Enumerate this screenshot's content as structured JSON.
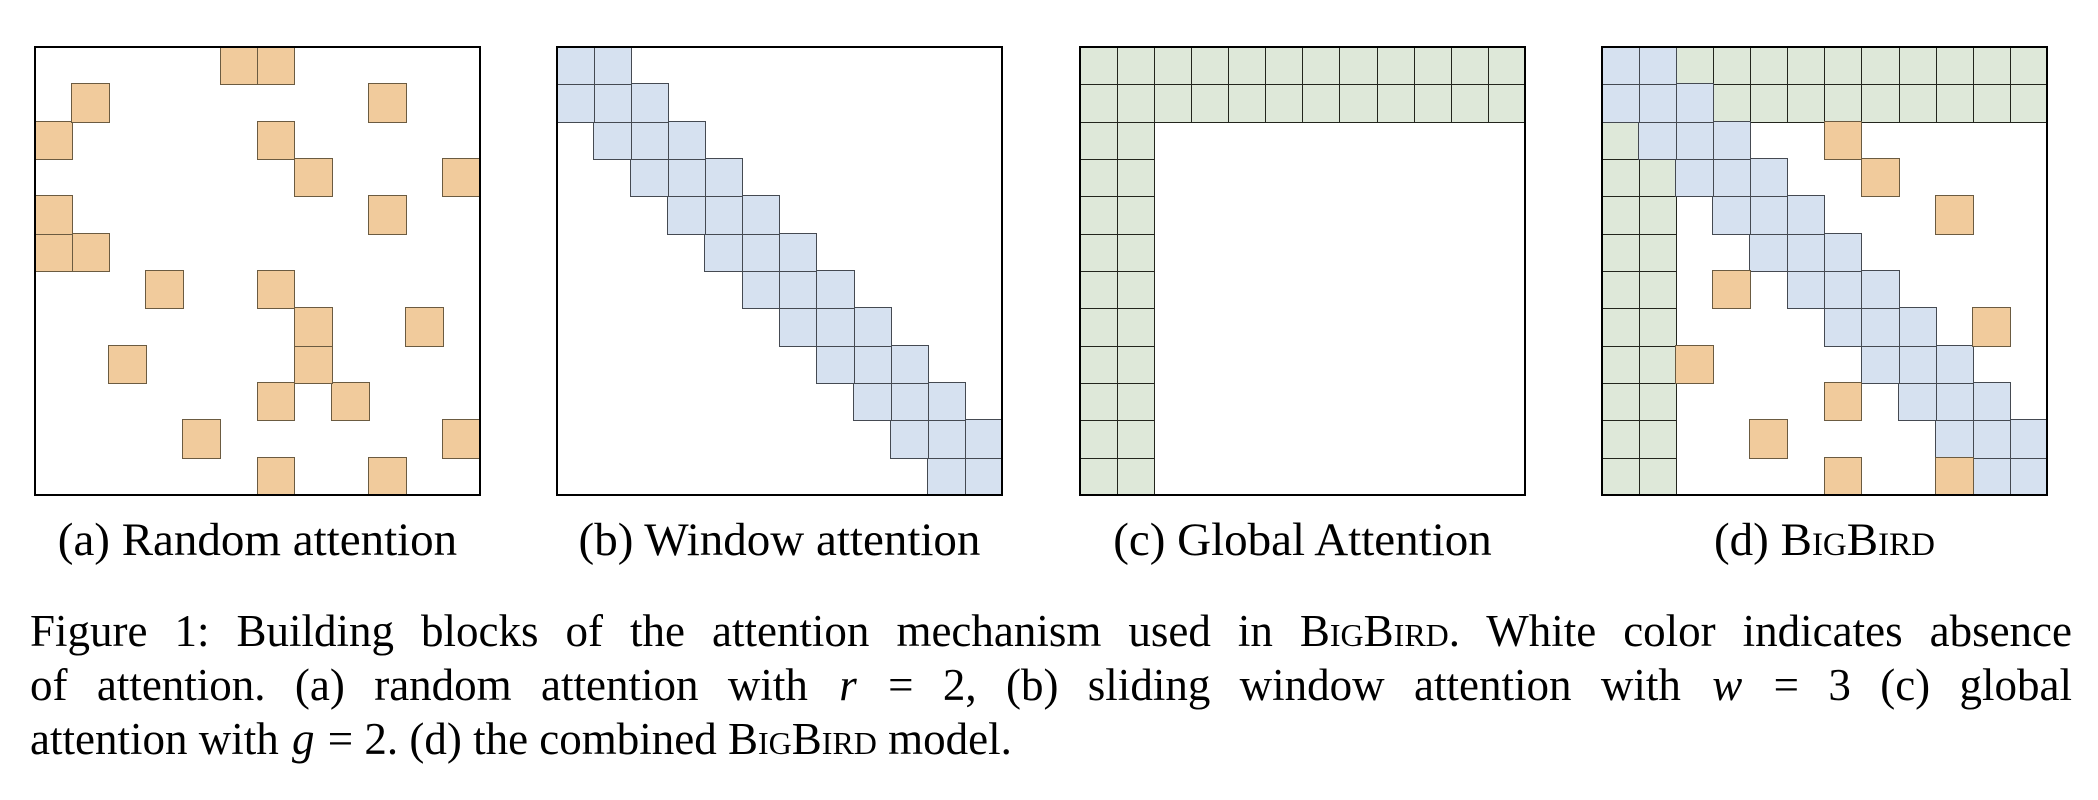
{
  "colors": {
    "random_fill": "#F1CB9C",
    "random_stroke": "#6B5B41",
    "window_fill": "#D6E1F0",
    "window_stroke": "#454A52",
    "global_fill": "#DEE8D9",
    "global_stroke": "#23251D",
    "frame_stroke": "#000000",
    "background": "#FFFFFF"
  },
  "panels": [
    {
      "id": "a",
      "label_segments": [
        {
          "t": "(a) Random attention"
        }
      ],
      "grid": {
        "rows": 12,
        "cols": 12
      },
      "cells": [
        [
          0,
          5,
          "R"
        ],
        [
          0,
          6,
          "R"
        ],
        [
          1,
          1,
          "R"
        ],
        [
          1,
          9,
          "R"
        ],
        [
          2,
          0,
          "R"
        ],
        [
          2,
          6,
          "R"
        ],
        [
          3,
          7,
          "R"
        ],
        [
          3,
          11,
          "R"
        ],
        [
          4,
          0,
          "R"
        ],
        [
          4,
          9,
          "R"
        ],
        [
          5,
          0,
          "R"
        ],
        [
          5,
          1,
          "R"
        ],
        [
          6,
          3,
          "R"
        ],
        [
          6,
          6,
          "R"
        ],
        [
          7,
          7,
          "R"
        ],
        [
          7,
          10,
          "R"
        ],
        [
          8,
          2,
          "R"
        ],
        [
          8,
          7,
          "R"
        ],
        [
          9,
          6,
          "R"
        ],
        [
          9,
          8,
          "R"
        ],
        [
          10,
          4,
          "R"
        ],
        [
          10,
          11,
          "R"
        ],
        [
          11,
          6,
          "R"
        ],
        [
          11,
          9,
          "R"
        ]
      ]
    },
    {
      "id": "b",
      "label_segments": [
        {
          "t": "(b) Window attention"
        }
      ],
      "grid": {
        "rows": 12,
        "cols": 12
      },
      "cells": [
        [
          0,
          0,
          "W"
        ],
        [
          0,
          1,
          "W"
        ],
        [
          1,
          0,
          "W"
        ],
        [
          1,
          1,
          "W"
        ],
        [
          1,
          2,
          "W"
        ],
        [
          2,
          1,
          "W"
        ],
        [
          2,
          2,
          "W"
        ],
        [
          2,
          3,
          "W"
        ],
        [
          3,
          2,
          "W"
        ],
        [
          3,
          3,
          "W"
        ],
        [
          3,
          4,
          "W"
        ],
        [
          4,
          3,
          "W"
        ],
        [
          4,
          4,
          "W"
        ],
        [
          4,
          5,
          "W"
        ],
        [
          5,
          4,
          "W"
        ],
        [
          5,
          5,
          "W"
        ],
        [
          5,
          6,
          "W"
        ],
        [
          6,
          5,
          "W"
        ],
        [
          6,
          6,
          "W"
        ],
        [
          6,
          7,
          "W"
        ],
        [
          7,
          6,
          "W"
        ],
        [
          7,
          7,
          "W"
        ],
        [
          7,
          8,
          "W"
        ],
        [
          8,
          7,
          "W"
        ],
        [
          8,
          8,
          "W"
        ],
        [
          8,
          9,
          "W"
        ],
        [
          9,
          8,
          "W"
        ],
        [
          9,
          9,
          "W"
        ],
        [
          9,
          10,
          "W"
        ],
        [
          10,
          9,
          "W"
        ],
        [
          10,
          10,
          "W"
        ],
        [
          10,
          11,
          "W"
        ],
        [
          11,
          10,
          "W"
        ],
        [
          11,
          11,
          "W"
        ]
      ]
    },
    {
      "id": "c",
      "label_segments": [
        {
          "t": "(c) Global Attention"
        }
      ],
      "grid": {
        "rows": 12,
        "cols": 12
      },
      "cells": [
        [
          0,
          0,
          "G"
        ],
        [
          0,
          1,
          "G"
        ],
        [
          0,
          2,
          "G"
        ],
        [
          0,
          3,
          "G"
        ],
        [
          0,
          4,
          "G"
        ],
        [
          0,
          5,
          "G"
        ],
        [
          0,
          6,
          "G"
        ],
        [
          0,
          7,
          "G"
        ],
        [
          0,
          8,
          "G"
        ],
        [
          0,
          9,
          "G"
        ],
        [
          0,
          10,
          "G"
        ],
        [
          0,
          11,
          "G"
        ],
        [
          1,
          0,
          "G"
        ],
        [
          1,
          1,
          "G"
        ],
        [
          1,
          2,
          "G"
        ],
        [
          1,
          3,
          "G"
        ],
        [
          1,
          4,
          "G"
        ],
        [
          1,
          5,
          "G"
        ],
        [
          1,
          6,
          "G"
        ],
        [
          1,
          7,
          "G"
        ],
        [
          1,
          8,
          "G"
        ],
        [
          1,
          9,
          "G"
        ],
        [
          1,
          10,
          "G"
        ],
        [
          1,
          11,
          "G"
        ],
        [
          2,
          0,
          "G"
        ],
        [
          2,
          1,
          "G"
        ],
        [
          3,
          0,
          "G"
        ],
        [
          3,
          1,
          "G"
        ],
        [
          4,
          0,
          "G"
        ],
        [
          4,
          1,
          "G"
        ],
        [
          5,
          0,
          "G"
        ],
        [
          5,
          1,
          "G"
        ],
        [
          6,
          0,
          "G"
        ],
        [
          6,
          1,
          "G"
        ],
        [
          7,
          0,
          "G"
        ],
        [
          7,
          1,
          "G"
        ],
        [
          8,
          0,
          "G"
        ],
        [
          8,
          1,
          "G"
        ],
        [
          9,
          0,
          "G"
        ],
        [
          9,
          1,
          "G"
        ],
        [
          10,
          0,
          "G"
        ],
        [
          10,
          1,
          "G"
        ],
        [
          11,
          0,
          "G"
        ],
        [
          11,
          1,
          "G"
        ]
      ]
    },
    {
      "id": "d",
      "label_segments": [
        {
          "t": "(d) "
        },
        {
          "t": "BigBird",
          "sc": true
        }
      ],
      "grid": {
        "rows": 12,
        "cols": 12
      },
      "cells": [
        [
          0,
          2,
          "G"
        ],
        [
          0,
          3,
          "G"
        ],
        [
          0,
          4,
          "G"
        ],
        [
          0,
          5,
          "G"
        ],
        [
          0,
          6,
          "G"
        ],
        [
          0,
          7,
          "G"
        ],
        [
          0,
          8,
          "G"
        ],
        [
          0,
          9,
          "G"
        ],
        [
          0,
          10,
          "G"
        ],
        [
          0,
          11,
          "G"
        ],
        [
          1,
          3,
          "G"
        ],
        [
          1,
          4,
          "G"
        ],
        [
          1,
          5,
          "G"
        ],
        [
          1,
          6,
          "G"
        ],
        [
          1,
          7,
          "G"
        ],
        [
          1,
          8,
          "G"
        ],
        [
          1,
          9,
          "G"
        ],
        [
          1,
          10,
          "G"
        ],
        [
          1,
          11,
          "G"
        ],
        [
          2,
          0,
          "G"
        ],
        [
          3,
          0,
          "G"
        ],
        [
          3,
          1,
          "G"
        ],
        [
          4,
          0,
          "G"
        ],
        [
          4,
          1,
          "G"
        ],
        [
          5,
          0,
          "G"
        ],
        [
          5,
          1,
          "G"
        ],
        [
          6,
          0,
          "G"
        ],
        [
          6,
          1,
          "G"
        ],
        [
          7,
          0,
          "G"
        ],
        [
          7,
          1,
          "G"
        ],
        [
          8,
          0,
          "G"
        ],
        [
          8,
          1,
          "G"
        ],
        [
          9,
          0,
          "G"
        ],
        [
          9,
          1,
          "G"
        ],
        [
          10,
          0,
          "G"
        ],
        [
          10,
          1,
          "G"
        ],
        [
          11,
          0,
          "G"
        ],
        [
          11,
          1,
          "G"
        ],
        [
          0,
          0,
          "W"
        ],
        [
          0,
          1,
          "W"
        ],
        [
          1,
          0,
          "W"
        ],
        [
          1,
          1,
          "W"
        ],
        [
          1,
          2,
          "W"
        ],
        [
          2,
          1,
          "W"
        ],
        [
          2,
          2,
          "W"
        ],
        [
          2,
          3,
          "W"
        ],
        [
          3,
          2,
          "W"
        ],
        [
          3,
          3,
          "W"
        ],
        [
          3,
          4,
          "W"
        ],
        [
          4,
          3,
          "W"
        ],
        [
          4,
          4,
          "W"
        ],
        [
          4,
          5,
          "W"
        ],
        [
          5,
          4,
          "W"
        ],
        [
          5,
          5,
          "W"
        ],
        [
          5,
          6,
          "W"
        ],
        [
          6,
          5,
          "W"
        ],
        [
          6,
          6,
          "W"
        ],
        [
          6,
          7,
          "W"
        ],
        [
          7,
          6,
          "W"
        ],
        [
          7,
          7,
          "W"
        ],
        [
          7,
          8,
          "W"
        ],
        [
          8,
          7,
          "W"
        ],
        [
          8,
          8,
          "W"
        ],
        [
          8,
          9,
          "W"
        ],
        [
          9,
          8,
          "W"
        ],
        [
          9,
          9,
          "W"
        ],
        [
          9,
          10,
          "W"
        ],
        [
          10,
          9,
          "W"
        ],
        [
          10,
          10,
          "W"
        ],
        [
          10,
          11,
          "W"
        ],
        [
          11,
          10,
          "W"
        ],
        [
          11,
          11,
          "W"
        ],
        [
          2,
          6,
          "R"
        ],
        [
          3,
          7,
          "R"
        ],
        [
          4,
          9,
          "R"
        ],
        [
          6,
          3,
          "R"
        ],
        [
          7,
          10,
          "R"
        ],
        [
          8,
          2,
          "R"
        ],
        [
          9,
          6,
          "R"
        ],
        [
          10,
          4,
          "R"
        ],
        [
          11,
          6,
          "R"
        ],
        [
          11,
          9,
          "R"
        ]
      ]
    }
  ],
  "figure_caption": {
    "lines": [
      {
        "justify": true,
        "segments": [
          {
            "t": "Figure 1: Building blocks of the attention mechanism used in "
          },
          {
            "t": "BigBird",
            "sc": true
          },
          {
            "t": ". White color indicates absence"
          }
        ]
      },
      {
        "justify": true,
        "segments": [
          {
            "t": "of attention. (a) random attention with "
          },
          {
            "t": "r",
            "math": true
          },
          {
            "t": " = 2, (b) sliding window attention with "
          },
          {
            "t": "w",
            "math": true
          },
          {
            "t": " = 3 (c) global"
          }
        ]
      },
      {
        "justify": false,
        "segments": [
          {
            "t": "attention with "
          },
          {
            "t": "g",
            "math": true
          },
          {
            "t": " = 2. (d) the combined "
          },
          {
            "t": "BigBird",
            "sc": true
          },
          {
            "t": " model."
          }
        ]
      }
    ]
  }
}
